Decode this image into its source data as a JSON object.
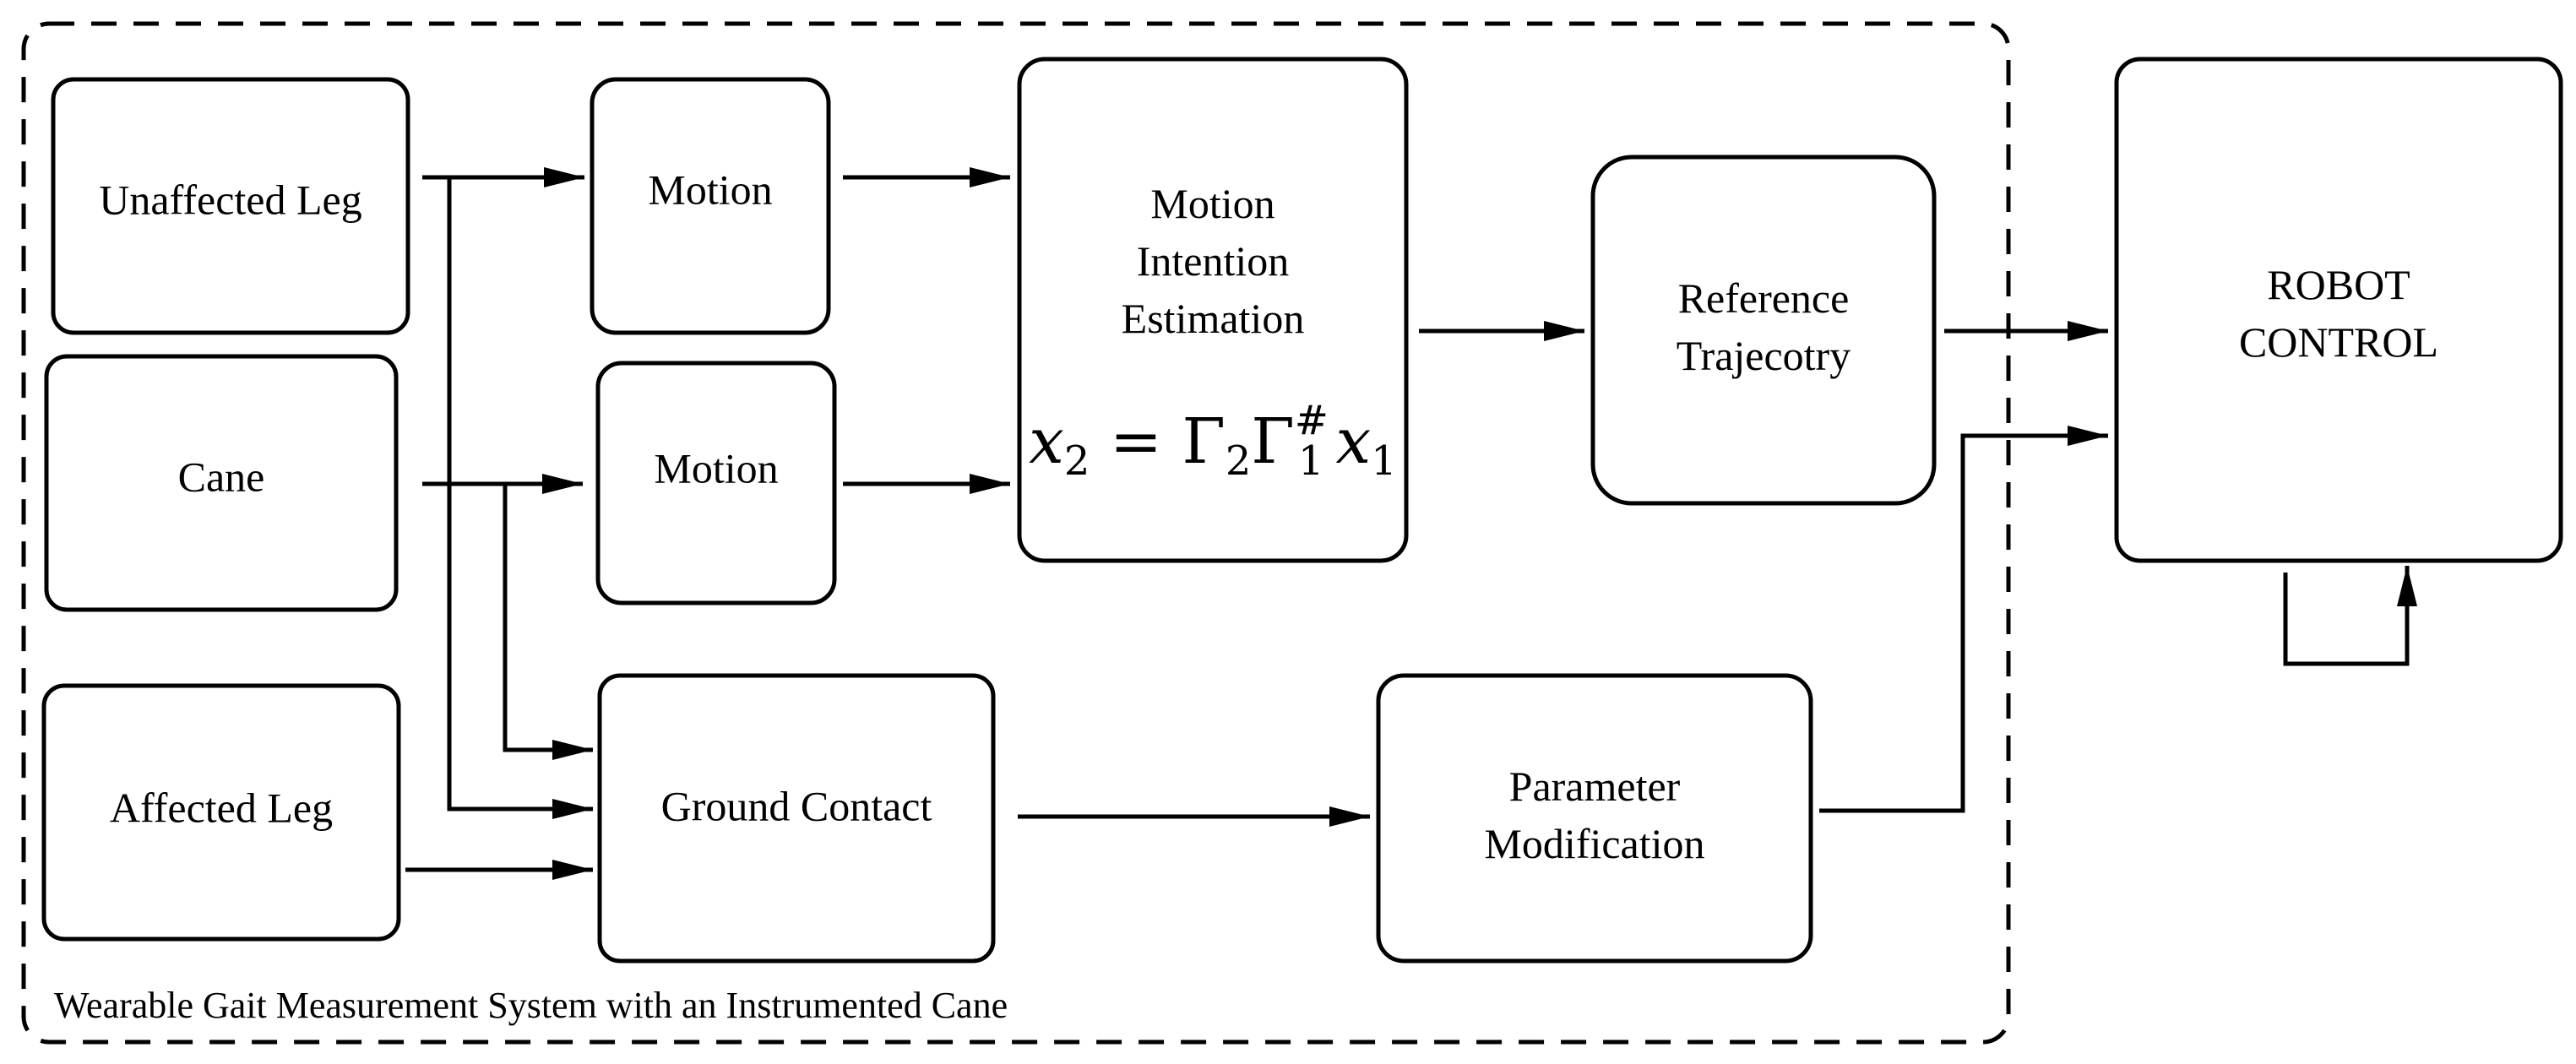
{
  "system_boundary": {
    "caption": "Wearable Gait Measurement System with an Instrumented Cane"
  },
  "blocks": {
    "unaffected_leg": {
      "label": "Unaffected Leg"
    },
    "cane": {
      "label": "Cane"
    },
    "affected_leg": {
      "label": "Affected Leg"
    },
    "motion_1": {
      "label": "Motion"
    },
    "motion_2": {
      "label": "Motion"
    },
    "ground_contact": {
      "label": "Ground Contact"
    },
    "motion_intention": {
      "line1": "Motion",
      "line2": "Intention",
      "line3": "Estimation",
      "equation": {
        "lhs": "x",
        "lhs_sub": "2",
        "eq": " = ",
        "g1": "Γ",
        "g1_sub": "2",
        "g2": "Γ",
        "g2_sub": "1",
        "g2_sup": "#",
        "rhs": "x",
        "rhs_sub": "1"
      }
    },
    "reference_trajectory": {
      "line1": "Reference",
      "line2": "Trajecotry"
    },
    "parameter_modification": {
      "line1": "Parameter",
      "line2": "Modification"
    },
    "robot_control": {
      "line1": "ROBOT",
      "line2": "CONTROL"
    }
  }
}
